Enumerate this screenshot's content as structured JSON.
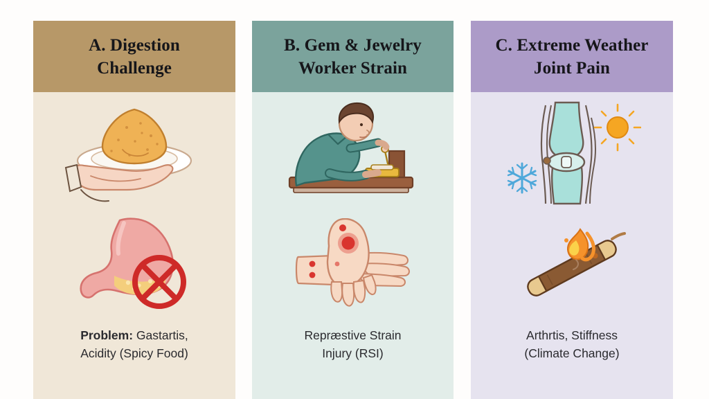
{
  "meta": {
    "layout": "three-column-infographic",
    "background_color": "#fefdfc"
  },
  "panels": [
    {
      "id": "a",
      "letter": "A",
      "title_line1": "A. Digestion",
      "title_line2": "Challenge",
      "header_color": "#B79868",
      "body_color": "#F0E7D8",
      "caption_bold": "Problem:",
      "caption_line1_rest": " Gastartis,",
      "caption_line2": "Acidity (Spicy Food)",
      "illustrations": [
        {
          "name": "hand-holding-plate-of-fried-food",
          "elements": [
            "hand",
            "plate",
            "fried-food"
          ],
          "colors": {
            "food": "#EFB255",
            "plate": "#FFFFFF",
            "skin": "#F6D6C4"
          }
        },
        {
          "name": "stomach-with-prohibition-sign",
          "elements": [
            "stomach",
            "stomach-acid",
            "red-cross-circle"
          ],
          "colors": {
            "stomach": "#EFA9A4",
            "acid": "#F4CE7C",
            "prohibition": "#CE2A28"
          }
        }
      ]
    },
    {
      "id": "b",
      "letter": "B",
      "title_line1": "B. Gem & Jewelry",
      "title_line2": "Worker Strain",
      "header_color": "#7BA39C",
      "body_color": "#E2EDE9",
      "caption_bold": "",
      "caption_line1_rest": "Repræstive Strain",
      "caption_line2": "Injury (RSI)",
      "illustrations": [
        {
          "name": "jeweler-at-workbench",
          "elements": [
            "worker",
            "workbench",
            "jewelry-tool"
          ],
          "colors": {
            "shirt": "#55938C",
            "hair": "#6B4430",
            "bench": "#9A5F3E",
            "skin": "#F3CDB4"
          }
        },
        {
          "name": "hands-with-pain-spots",
          "elements": [
            "hand",
            "wrist",
            "pain-spots"
          ],
          "colors": {
            "skin": "#F7D9C4",
            "pain": "#D9352F"
          }
        }
      ]
    },
    {
      "id": "c",
      "letter": "C",
      "title_line1": "C. Extreme Weather",
      "title_line2": "Joint Pain",
      "header_color": "#AC9BC8",
      "body_color": "#E6E3EF",
      "caption_bold": "",
      "caption_line1_rest": "Arthrtis, Stiffness",
      "caption_line2": "(Climate Change)",
      "illustrations": [
        {
          "name": "knee-joint-with-sun-and-snowflake",
          "elements": [
            "knee-joint",
            "sun-icon",
            "snowflake-icon"
          ],
          "colors": {
            "joint": "#A9E0DA",
            "outline": "#6B5B52",
            "sun": "#F5A623",
            "snowflake": "#4FA8DA"
          }
        },
        {
          "name": "burning-moxa-stick",
          "elements": [
            "moxa-stick",
            "flame"
          ],
          "colors": {
            "stick": "#8A5A33",
            "tip": "#E8C98F",
            "flame": "#F5922B"
          }
        }
      ]
    }
  ]
}
